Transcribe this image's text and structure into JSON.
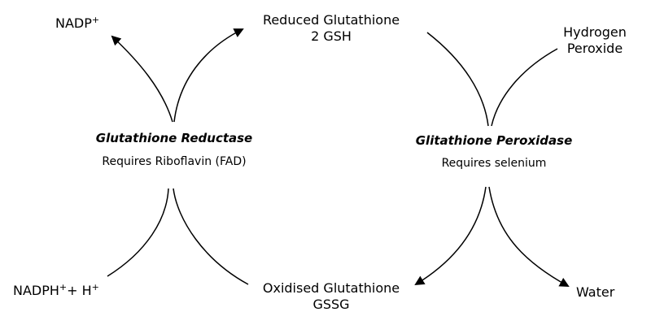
{
  "nodes": {
    "nadp": {
      "text": "NADP",
      "sup": "+"
    },
    "reduced_glutathione": {
      "line1": "Reduced Glutathione",
      "line2": "2 GSH"
    },
    "hydrogen_peroxide": {
      "line1": "Hydrogen",
      "line2": "Peroxide"
    },
    "nadph": {
      "text1": "NADPH",
      "sup1": "+",
      "text2": "+ H",
      "sup2": "+"
    },
    "oxidised_glutathione": {
      "line1": "Oxidised Glutathione",
      "line2": "GSSG"
    },
    "water": {
      "text": "Water"
    }
  },
  "enzymes": {
    "reductase": {
      "name": "Glutathione Reductase",
      "requirement": "Requires Riboflavin (FAD)"
    },
    "peroxidase": {
      "name": "Glitathione Peroxidase",
      "requirement": "Requires selenium"
    }
  },
  "colors": {
    "line": "#000000",
    "text": "#000000",
    "background": "#ffffff"
  }
}
